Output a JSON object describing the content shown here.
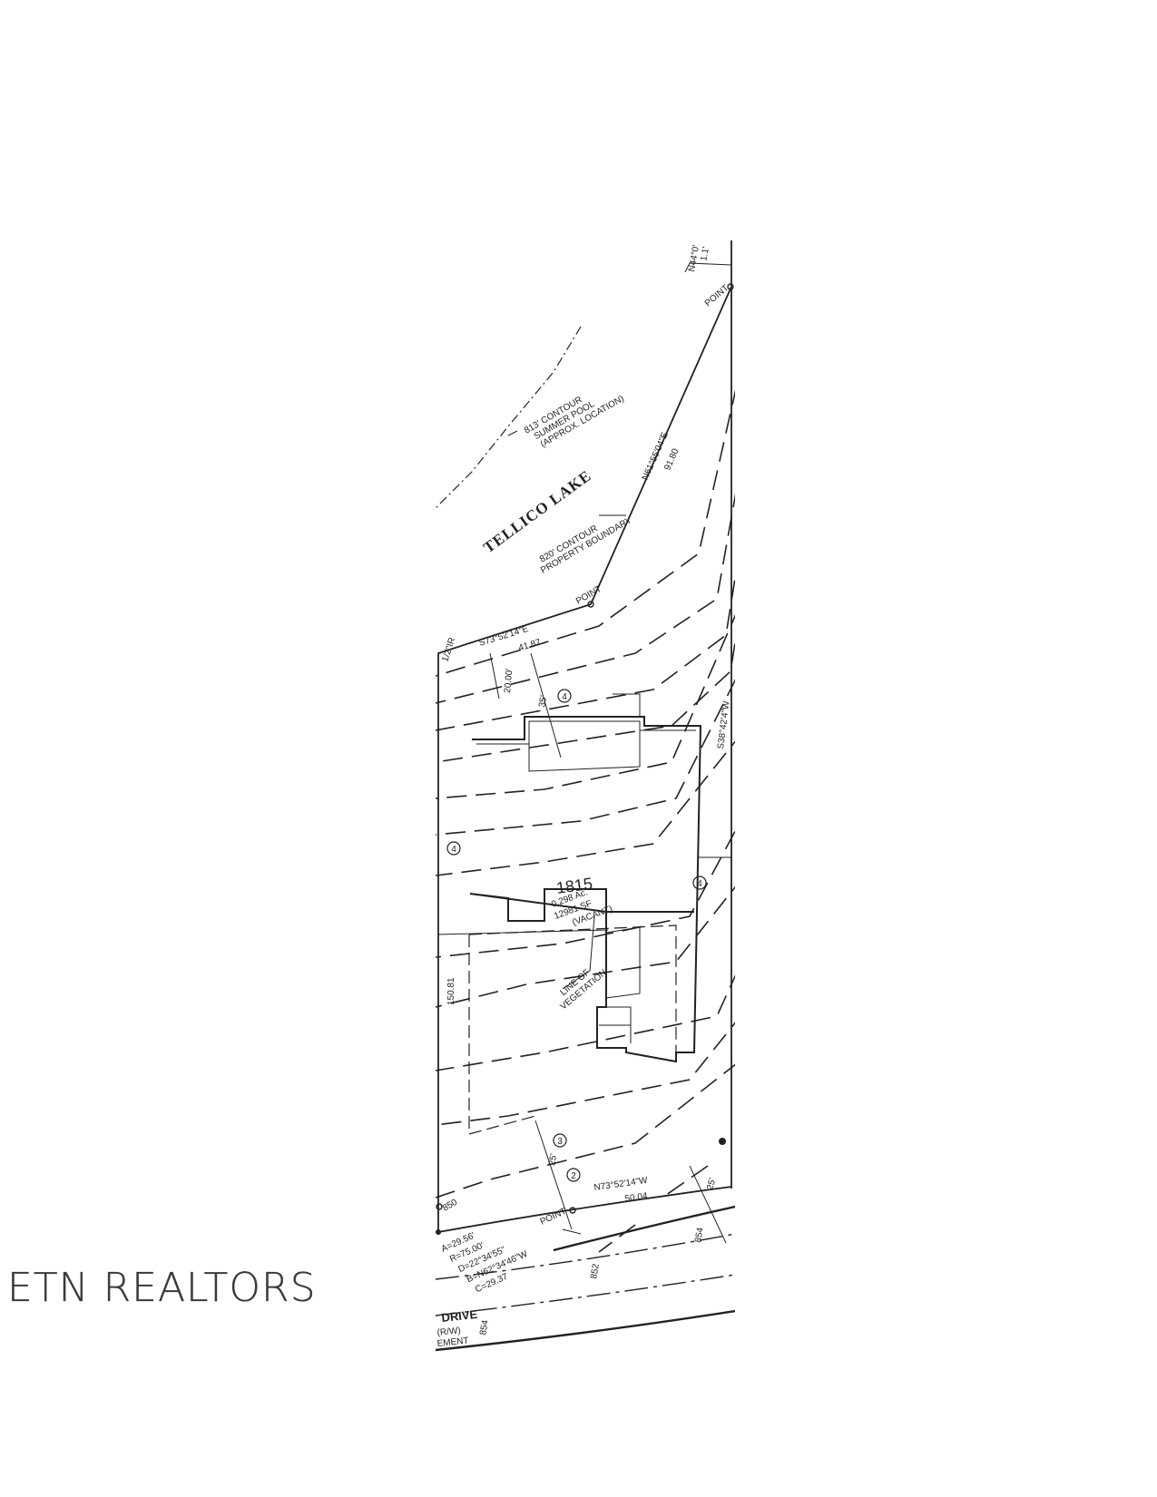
{
  "watermark": {
    "brand": "ETN REALTORS"
  },
  "plat": {
    "lake_name": "TELLICO LAKE",
    "contour_813": [
      "813' CONTOUR",
      "SUMMER POOL",
      "(APPROX. LOCATION)"
    ],
    "contour_820": [
      "820' CONTOUR",
      "PROPERTY BOUNDARY"
    ],
    "bearing_ne": "N61°55'04\"E",
    "dist_ne": "91.80",
    "bearing_top": "N44°0'",
    "dist_top": "1.1'",
    "bearing_north": "S73°52'14\"E",
    "dist_north": "41.87",
    "bearing_east": "S38°42'4\"W",
    "dist_west": "150.81",
    "bearing_south": "N73°52'14\"W",
    "dist_south": "50.04",
    "setback_20": "20.00'",
    "setback_35": "35'",
    "setback_25a": "25'",
    "setback_25b": "25'",
    "lot_number": "1815",
    "lot_area": [
      "0.298 Ac.",
      "12981 SF",
      "(VACANT)"
    ],
    "vegetation": [
      "LINE OF",
      "VEGETATION"
    ],
    "curve": [
      "A=29.56'",
      "R=75.00'",
      "D=22°34'55\"",
      "B=N62°34'46\"W",
      "C=29.37"
    ],
    "road_name": "DRIVE",
    "road_rw": [
      "(R/W)",
      "EMENT"
    ],
    "point_label": "POINT",
    "iron_label": "1/2\"IR",
    "contour_852": "852",
    "contour_854": "854",
    "contour_850": "850",
    "circle_labels": [
      "4",
      "4",
      "4",
      "3",
      "2"
    ]
  }
}
